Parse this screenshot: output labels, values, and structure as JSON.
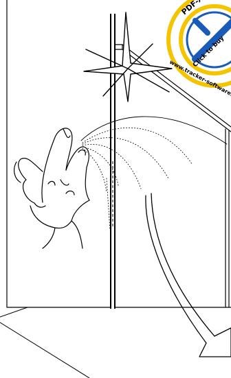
{
  "badge": {
    "brand": "PDF-XChange",
    "visible_brand_fragment": "PDF-X",
    "action": "Click to buy",
    "url": "www.tracker-software.com",
    "ring_color": "#f5c400",
    "check_color": "#1a5bb8"
  },
  "illustration": {
    "description_icons": [
      "window-pane-icon",
      "sparkle-icon",
      "hand-icon",
      "spray-mist-icon",
      "curved-arrow-icon"
    ],
    "ink_color": "#000000",
    "paper_color": "#ffffff"
  }
}
